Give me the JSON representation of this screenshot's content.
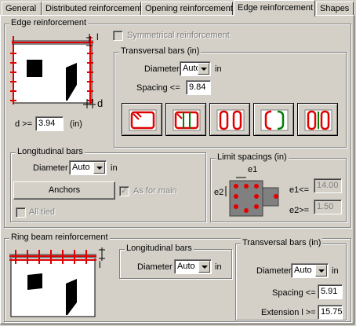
{
  "tabs": [
    {
      "label": "General"
    },
    {
      "label": "Distributed reinforcement"
    },
    {
      "label": "Opening reinforcement"
    },
    {
      "label": "Edge reinforcement"
    },
    {
      "label": "Shapes"
    }
  ],
  "edge_reinforcement": {
    "title": "Edge reinforcement",
    "symmetrical_label": "Symmetrical reinforcement",
    "symmetrical_checked": false,
    "l_mark": "l",
    "d_mark": "d",
    "d_label": "d >=",
    "d_value": "3.94",
    "d_unit": "(in)"
  },
  "transversal_bars": {
    "title": "Transversal bars (in)",
    "diameter_label": "Diameter",
    "diameter_value": "Auto",
    "diameter_unit": "in",
    "spacing_label": "Spacing <=",
    "spacing_value": "9.84",
    "shape_buttons": [
      "shape-1",
      "shape-2",
      "shape-3",
      "shape-4",
      "shape-5"
    ]
  },
  "longitudinal_bars": {
    "title": "Longitudinal bars",
    "diameter_label": "Diameter",
    "diameter_value": "Auto",
    "diameter_unit": "in",
    "anchors_label": "Anchors",
    "as_for_main_label": "As for main",
    "as_for_main_checked": true,
    "all_tied_label": "All tied",
    "all_tied_checked": false
  },
  "limit_spacings": {
    "title": "Limit spacings (in)",
    "e1_mark": "e1",
    "e2_mark": "e2",
    "e1_label": "e1<=",
    "e1_value": "14.00",
    "e2_label": "e2>=",
    "e2_value": "1.50"
  },
  "ring_beam": {
    "title": "Ring beam reinforcement",
    "l_mark": "l",
    "long_title": "Longitudinal bars",
    "long_diameter_label": "Diameter",
    "long_diameter_value": "Auto",
    "long_diameter_unit": "in",
    "trans_title": "Transversal bars (in)",
    "trans_diameter_label": "Diameter",
    "trans_diameter_value": "Auto",
    "trans_diameter_unit": "in",
    "spacing_label": "Spacing <=",
    "spacing_value": "5.91",
    "extension_label": "Extension l >=",
    "extension_value": "15.75"
  },
  "colors": {
    "bar_red": "#e00000",
    "bar_green": "#008000",
    "wall_gray": "#808080"
  }
}
